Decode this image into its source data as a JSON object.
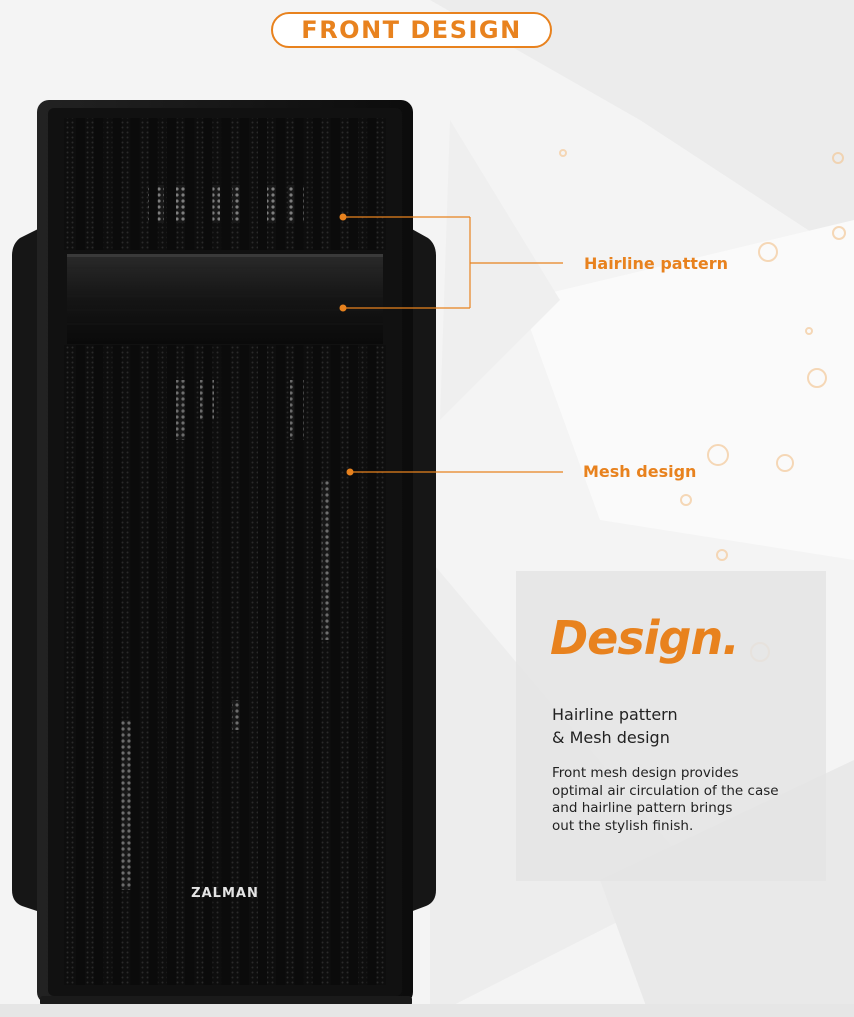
{
  "header": {
    "title": "FRONT DESIGN"
  },
  "callouts": [
    {
      "label": "Hairline pattern"
    },
    {
      "label": "Mesh design"
    }
  ],
  "product": {
    "brand": "ZALMAN"
  },
  "info_panel": {
    "title": "Design.",
    "subtitle_lines": [
      "Hairline pattern",
      "& Mesh design"
    ],
    "body_lines": [
      "Front mesh design provides",
      "optimal air circulation of the case",
      "and hairline pattern brings",
      "out the stylish finish."
    ]
  },
  "colors": {
    "accent": "#e8821e",
    "case": "#141414",
    "background": "#f6f6f6"
  }
}
